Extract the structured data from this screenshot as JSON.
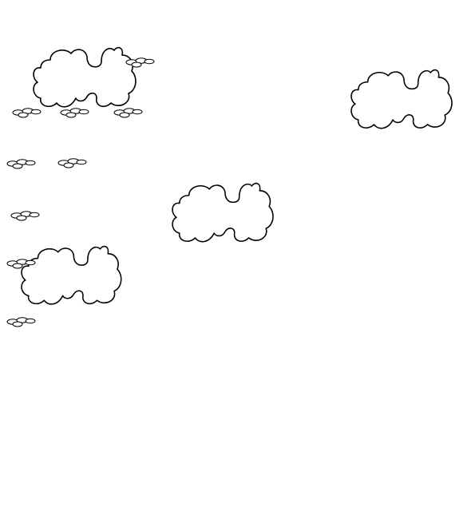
{
  "scene": {
    "background_color": "#ffffff",
    "line_color": "#000000",
    "large_clouds": [
      {
        "name": "large-cloud-top-left"
      },
      {
        "name": "large-cloud-top-right"
      },
      {
        "name": "large-cloud-center"
      },
      {
        "name": "large-cloud-left"
      }
    ],
    "small_cloud_clusters": [
      {
        "name": "small-cloud-cluster-1"
      },
      {
        "name": "small-cloud-cluster-2"
      },
      {
        "name": "small-cloud-cluster-3"
      },
      {
        "name": "small-cloud-cluster-4"
      },
      {
        "name": "small-cloud-cluster-5"
      },
      {
        "name": "small-cloud-cluster-6"
      },
      {
        "name": "small-cloud-cluster-7"
      },
      {
        "name": "small-cloud-cluster-8"
      },
      {
        "name": "small-cloud-cluster-9"
      }
    ]
  }
}
